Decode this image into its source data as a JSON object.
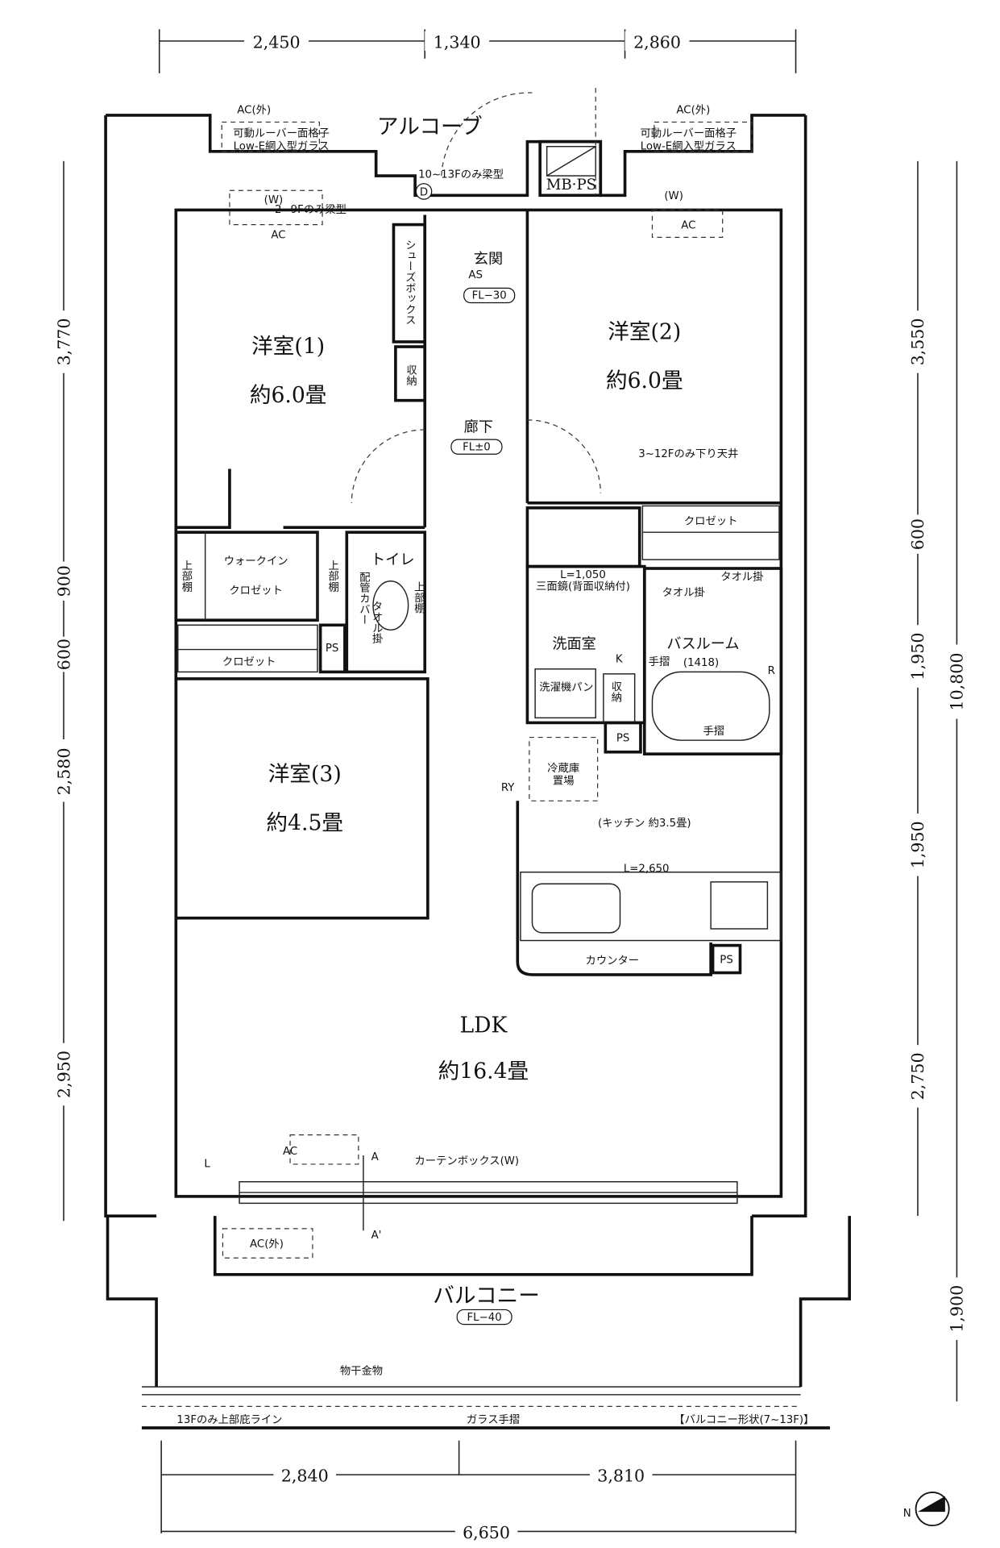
{
  "dimensions": {
    "top": [
      "2,450",
      "1,340",
      "2,860"
    ],
    "left": [
      "3,770",
      "900",
      "600",
      "2,580",
      "2,950"
    ],
    "right_inner": [
      "3,550",
      "600",
      "1,950",
      "1,950",
      "2,750"
    ],
    "right_outer": [
      "10,800",
      "1,900"
    ],
    "bottom": [
      "2,840",
      "3,810"
    ],
    "bottom_total": "6,650"
  },
  "labels": {
    "alcove": "アルコーブ",
    "louver_left": "可動ルーバー面格子",
    "glass_left": "Low-E網入型ガラス",
    "louver_right": "可動ルーバー面格子",
    "glass_right": "Low-E網入型ガラス",
    "ac_out_left": "AC(外)",
    "ac_out_right": "AC(外)",
    "beam_10_13": "10~13Fのみ梁型",
    "beam_2_9": "2~9Fのみ梁型",
    "d_mark": "D",
    "mbps": "MB·PS",
    "w_left": "(W)",
    "w_right": "(W)",
    "ac_left": "AC",
    "ac_right": "AC",
    "entrance": "玄関",
    "as_mark": "AS",
    "entrance_fl": "FL−30",
    "shoebox": "シューズボックス",
    "room1": "洋室(1)",
    "room1_size": "約6.0畳",
    "room2": "洋室(2)",
    "room2_size": "約6.0畳",
    "storage1": "収納",
    "hallway": "廊下",
    "hallway_fl": "FL±0",
    "lowered_ceiling": "3~12Fのみ下り天井",
    "closet_room2": "クロゼット",
    "walkin": "ウォークイン",
    "walkin2": "クロゼット",
    "upper_shelf_left": "上部棚",
    "upper_shelf_right": "上部棚",
    "toilet": "トイレ",
    "toilet_upper_shelf": "上部棚",
    "towel_toilet": "タオル掛",
    "pipe_cover": "配管カバー",
    "mirror_len": "L=1,050",
    "mirror": "三面鏡(背面収納付)",
    "towel1": "タオル掛",
    "towel2": "タオル掛",
    "washroom": "洗面室",
    "bathroom": "バスルーム",
    "bath_size": "(1418)",
    "handrail1": "手摺",
    "handrail2": "手摺",
    "washer_pan": "洗濯機パン",
    "storage2": "収納",
    "closet_room3": "クロゼット",
    "ps1": "PS",
    "ps2": "PS",
    "ps3": "PS",
    "fridge": "冷蔵庫",
    "fridge2": "置場",
    "room3": "洋室(3)",
    "room3_size": "約4.5畳",
    "kitchen": "(キッチン  約3.5畳)",
    "kitchen_len": "L=2,650",
    "counter": "カウンター",
    "ldk": "LDK",
    "ldk_size": "約16.4畳",
    "ac_ldk": "AC",
    "curtain_box": "カーテンボックス(W)",
    "section_a": "A",
    "section_a2": "A'",
    "ac_balcony": "AC(外)",
    "balcony": "バルコニー",
    "balcony_fl": "FL−40",
    "drying_hardware": "物干金物",
    "eaves_line": "13Fのみ上部庇ライン",
    "glass_rail": "ガラス手摺",
    "balcony_shape": "【バルコニー形状(7~13F)】",
    "ry": "RY",
    "k_mark": "K",
    "r_mark": "R",
    "l_mark": "L"
  },
  "compass": "N"
}
